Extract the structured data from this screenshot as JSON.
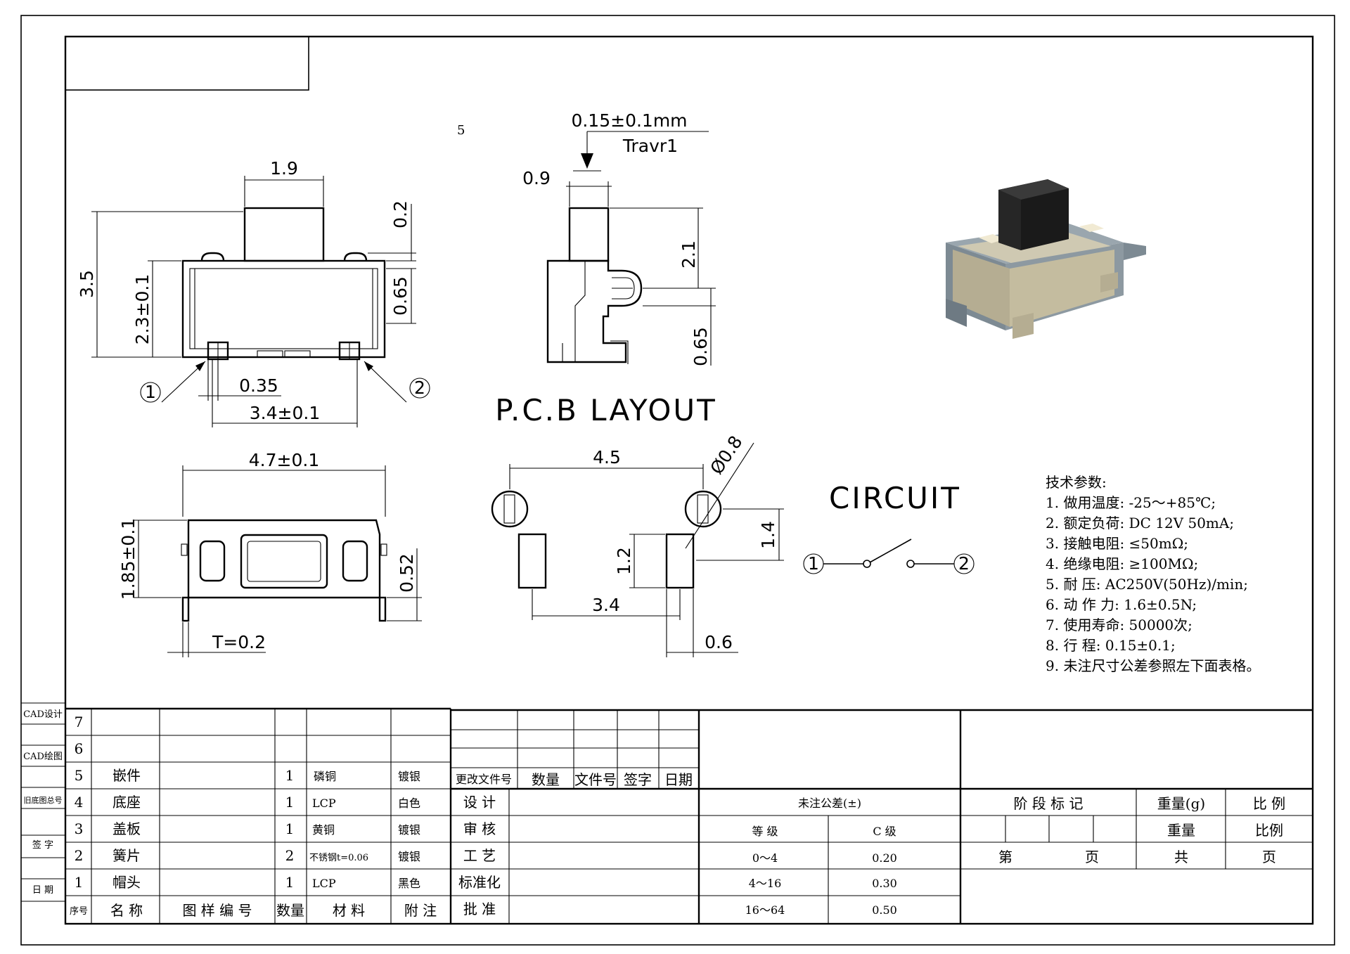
{
  "drawing": {
    "label_5": "5",
    "dims": {
      "d1_9": "1.9",
      "d3_5": "3.5",
      "d2_3": "2.3±0.1",
      "d0_2": "0.2",
      "d0_65a": "0.65",
      "d0_35": "0.35",
      "d3_4a": "3.4±0.1",
      "d0_9": "0.9",
      "travel_val": "0.15±0.1mm",
      "travel_label": "Travr1",
      "d2_1": "2.1",
      "d0_65b": "0.65",
      "d4_7": "4.7±0.1",
      "d1_85": "1.85±0.1",
      "d0_52": "0.52",
      "dT": "T=0.2",
      "d4_5": "4.5",
      "d_phi": "Ø0.8",
      "d1_4": "1.4",
      "d1_2": "1.2",
      "d3_4b": "3.4",
      "d0_6": "0.6"
    },
    "pin1": "1",
    "pin2": "2",
    "pcb_title": "P.C.B LAYOUT",
    "circuit_title": "CIRCUIT"
  },
  "spec": {
    "heading": "技术参数:",
    "lines": [
      "1. 做用温度: -25～+85℃;",
      "2. 额定负荷: DC 12V 50mA;",
      "3. 接触电阻: ≤50mΩ;",
      "4. 绝缘电阻: ≥100MΩ;",
      "5. 耐      压: AC250V(50Hz)/min;",
      "6. 动 作 力: 1.6±0.5N;",
      "7. 使用寿命: 50000次;",
      "8. 行      程: 0.15±0.1;",
      "9. 未注尺寸公差参照左下面表格。"
    ]
  },
  "side_labels": [
    "CAD设计",
    "CAD绘图",
    "旧底图总号",
    "签  字",
    "日  期"
  ],
  "bom": {
    "rows": [
      {
        "no": "7",
        "name": "",
        "drawing_no": "",
        "qty": "",
        "material": "",
        "remark": ""
      },
      {
        "no": "6",
        "name": "",
        "drawing_no": "",
        "qty": "",
        "material": "",
        "remark": ""
      },
      {
        "no": "5",
        "name": "嵌件",
        "drawing_no": "",
        "qty": "1",
        "material": "磷铜",
        "remark": "镀银"
      },
      {
        "no": "4",
        "name": "底座",
        "drawing_no": "",
        "qty": "1",
        "material": "LCP",
        "remark": "白色"
      },
      {
        "no": "3",
        "name": "盖板",
        "drawing_no": "",
        "qty": "1",
        "material": "黄铜",
        "remark": "镀银"
      },
      {
        "no": "2",
        "name": "簧片",
        "drawing_no": "",
        "qty": "2",
        "material": "不锈钢t=0.06",
        "remark": "镀银"
      },
      {
        "no": "1",
        "name": "帽头",
        "drawing_no": "",
        "qty": "1",
        "material": "LCP",
        "remark": "黑色"
      }
    ],
    "header": {
      "no": "序号",
      "name": "名  称",
      "drawing_no": "图 样 编 号",
      "qty": "数量",
      "material": "材  料",
      "remark": "附  注"
    }
  },
  "revision": {
    "headers": [
      "更改文件号",
      "数量",
      "文件号",
      "签字",
      "日期"
    ],
    "roles": [
      "设  计",
      "审  核",
      "工  艺",
      "标准化",
      "批  准"
    ]
  },
  "tolerance": {
    "title": "未注公差(±)",
    "col1": "等    级",
    "col2": "C    级",
    "rows": [
      {
        "range": "0～4",
        "value": "0.20"
      },
      {
        "range": "4～16",
        "value": "0.30"
      },
      {
        "range": "16～64",
        "value": "0.50"
      }
    ]
  },
  "titleblock": {
    "stage": "阶 段 标 记",
    "weight_g": "重量(g)",
    "scale_label": "比    例",
    "weight": "重量",
    "scale": "比例",
    "sheet": "第",
    "page1": "页",
    "total": "共",
    "page2": "页"
  }
}
